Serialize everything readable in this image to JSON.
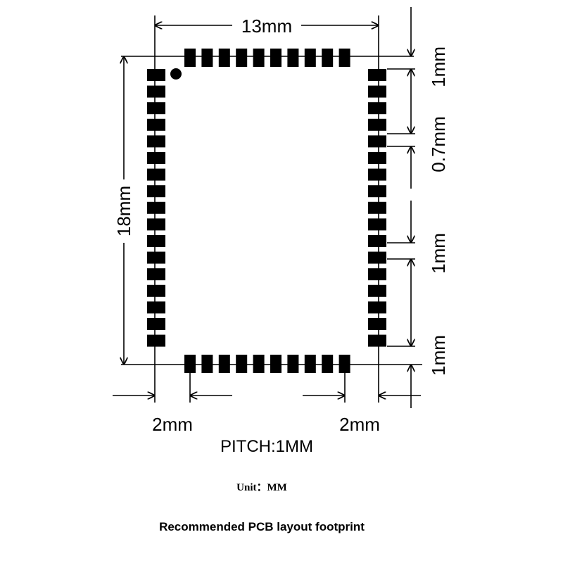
{
  "labels": {
    "width_dim": "13mm",
    "height_dim": "18mm",
    "top_margin_dim": "1mm",
    "right_upper_dim": "0.7mm",
    "right_lower_dim": "1mm",
    "bottom_margin_dim": "1mm",
    "left_offset_dim": "2mm",
    "right_offset_dim": "2mm",
    "pitch": "PITCH:1MM",
    "unit": "Unit：MM",
    "title": "Recommended PCB layout footprint"
  },
  "footprint": {
    "top_pad_count": 10,
    "bottom_pad_count": 10,
    "left_pad_count": 17,
    "right_pad_count": 17,
    "pad_color": "#000000",
    "pin1_marker": "dot"
  }
}
